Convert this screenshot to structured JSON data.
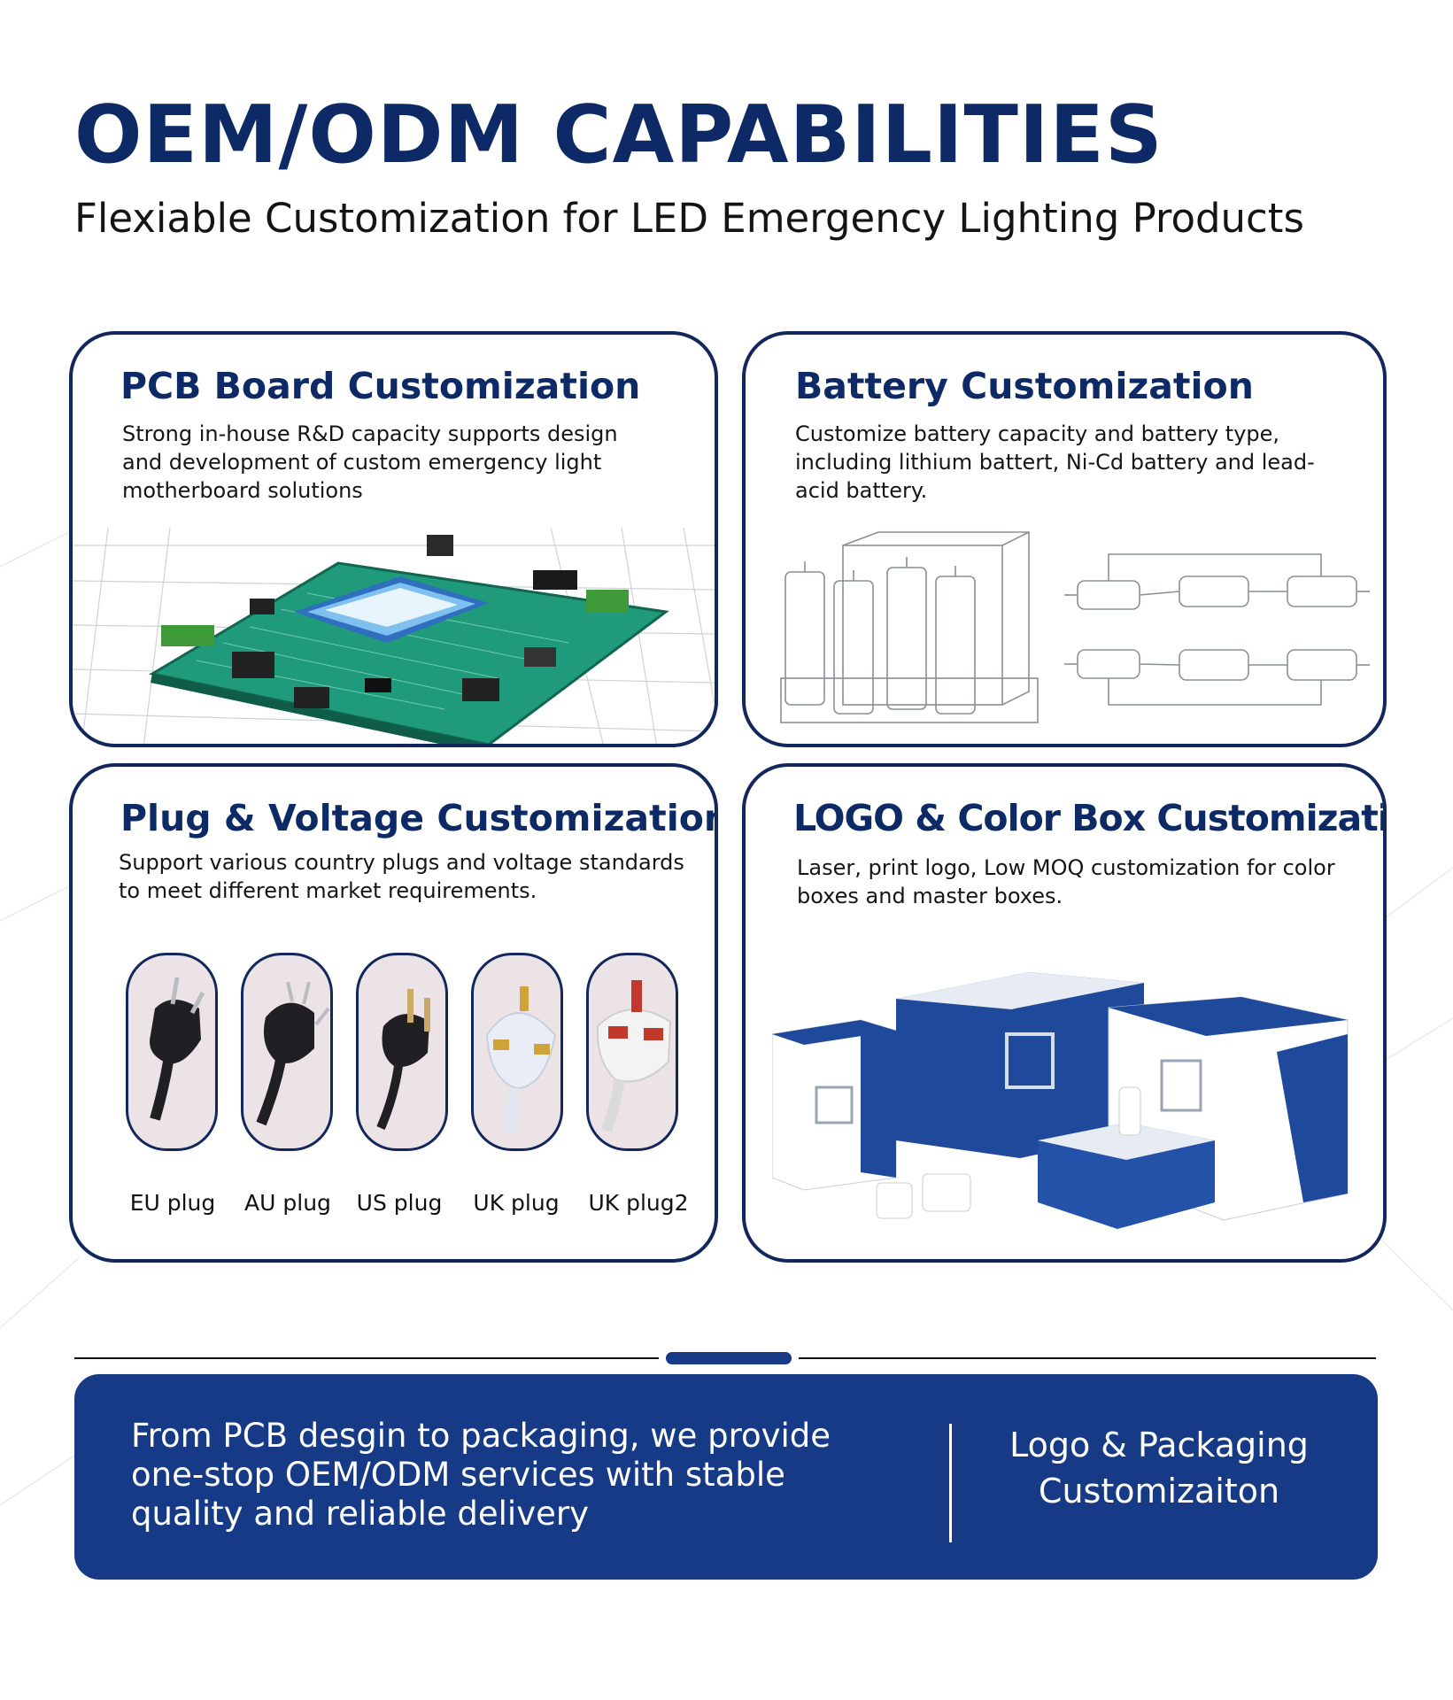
{
  "header": {
    "title": "OEM/ODM CAPABILITIES",
    "subtitle": "Flexiable Customization for LED Emergency Lighting Products"
  },
  "cards": {
    "pcb": {
      "title": "PCB Board Customization",
      "description": "Strong in-house R&D capacity supports design and development of custom emergency light motherboard solutions"
    },
    "battery": {
      "title": "Battery Customization",
      "description": "Customize battery capacity and battery type, including lithium battert, Ni-Cd battery and lead-acid battery."
    },
    "plug": {
      "title": "Plug & Voltage Customization",
      "description": "Support various country plugs and voltage standards to meet different market requirements.",
      "plugs": [
        {
          "label": "EU plug",
          "icon": "eu-plug-icon"
        },
        {
          "label": "AU plug",
          "icon": "au-plug-icon"
        },
        {
          "label": "US plug",
          "icon": "us-plug-icon"
        },
        {
          "label": "UK plug",
          "icon": "uk-plug-icon"
        },
        {
          "label": "UK plug2",
          "icon": "uk-plug2-icon"
        }
      ]
    },
    "logo": {
      "title": "LOGO & Color Box Customization",
      "description": "Laser, print logo, Low MOQ customization for color boxes and master boxes."
    }
  },
  "banner": {
    "main_text": "From PCB desgin to packaging, we provide one-stop OEM/ODM services with stable quality and reliable delivery",
    "side_text": "Logo & Packaging Customizaiton"
  },
  "colors": {
    "navy": "#0d2a66",
    "card_border": "#12275c",
    "banner": "#173a86",
    "plug_bg": "#ece3e6",
    "pcb_green": "#1f9a7a"
  }
}
